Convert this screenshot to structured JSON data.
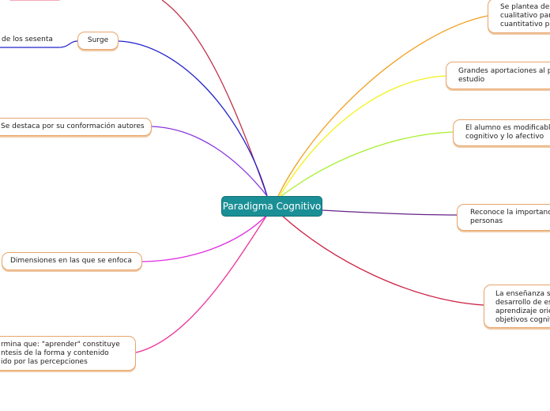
{
  "center": {
    "label": "Paradigma Cognitivo"
  },
  "left": {
    "surge_label": "Surge",
    "sesenta_text": "de los sesenta",
    "autores_text": "Se destaca por su conformación autores",
    "dimensiones_text": "Dimensiones en las que se enfoca",
    "aprender_lines": [
      "rmina que: \"aprender\" constituye",
      "ntesis de la forma y contenido",
      "ido por las percepciones"
    ]
  },
  "right": {
    "plantea_lines": [
      "Se plantea de",
      "cualitativo par",
      "cuantitativo p"
    ],
    "aportaciones_lines": [
      "Grandes aportaciones al p",
      "estudio"
    ],
    "alumno_lines": [
      "El alumno es modificabl",
      "cognitivo y lo afectivo"
    ],
    "reconoce_lines": [
      "Reconoce la importanc",
      "personas"
    ],
    "ensenanza_lines": [
      "La enseñanza s",
      "desarrollo de es",
      "aprendizaje orie",
      "objetivos cognit"
    ]
  },
  "colors": {
    "center_fill": "#1a8f96",
    "branch_red_top": "#c0304a",
    "branch_blue": "#2222cc",
    "branch_violet": "#8833dd",
    "branch_magenta": "#e02ee0",
    "branch_pink": "#ee3399",
    "branch_orange": "#f0a020",
    "branch_yellow": "#f2f21a",
    "branch_lime": "#a8f030",
    "branch_purple": "#662288",
    "branch_crimson": "#cc2244",
    "node_border": "#e8a46a"
  }
}
